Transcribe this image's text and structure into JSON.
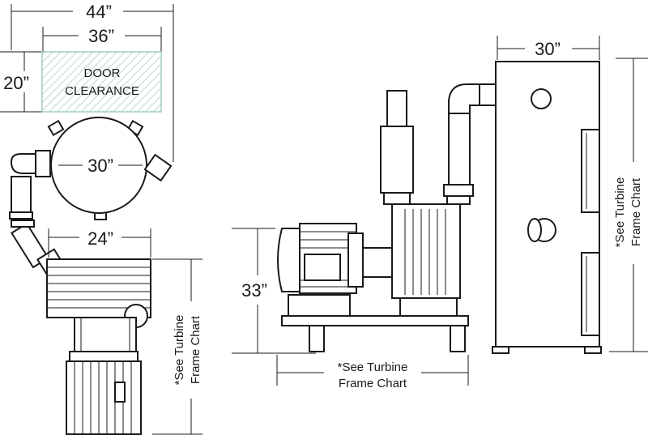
{
  "dimensions": {
    "overall_width": "44”",
    "door_width": "36”",
    "door_depth": "20”",
    "tank_diameter": "30”",
    "pipe_offset": "24”",
    "height": "33”",
    "cabinet_width": "30”"
  },
  "door_clearance": {
    "line1": "DOOR",
    "line2": "CLEARANCE"
  },
  "notes": {
    "top_view_line1": "*See Turbine",
    "top_view_line2": "Frame Chart",
    "side_base_line1": "*See Turbine",
    "side_base_line2": "Frame Chart",
    "cabinet_line1": "*See Turbine",
    "cabinet_line2": "Frame Chart"
  },
  "colors": {
    "line": "#1a1a1a",
    "door_hatch": "#9cc9c0"
  }
}
